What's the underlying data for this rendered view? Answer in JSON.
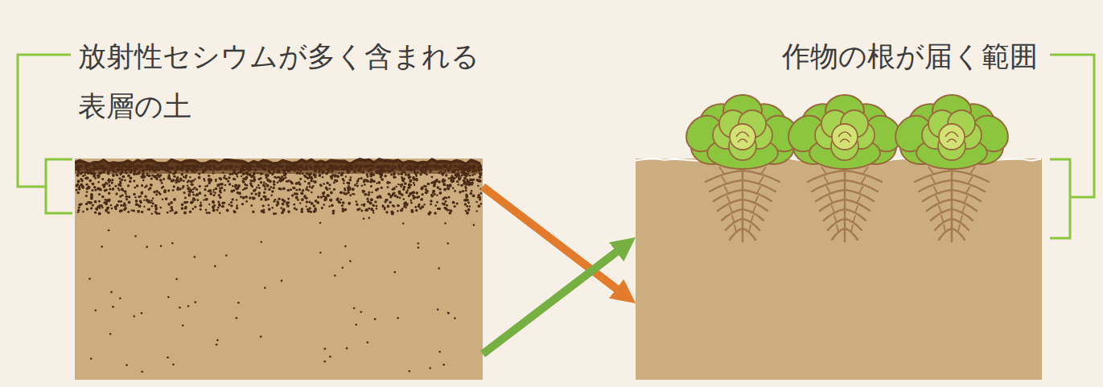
{
  "diagram": {
    "nodes": [
      {
        "text": [
          "放射性セシウムが多く含まれる 表層の土"
        ]
      },
      {
        "text": [
          "作物の根が届く範囲"
        ]
      }
    ],
    "edges": [
      {
        "from": 0,
        "to": 1,
        "arrow": "to"
      },
      {
        "from": 0,
        "to": 1,
        "arrow": "to"
      }
    ]
  }
}
